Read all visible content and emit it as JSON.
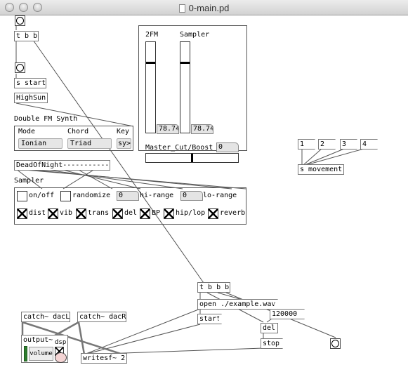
{
  "window": {
    "title": "0-main.pd"
  },
  "objects": {
    "tbb_top": "t b b",
    "s_start": "s start",
    "highsun": "HighSun",
    "deadofnight": "DeadOfNight-----------",
    "s_movement": "s movement",
    "tbbb": "t b b b",
    "catch_l": "catch~ dacL",
    "catch_r": "catch~ dacR",
    "writesf": "writesf~ 2",
    "del": "del",
    "output": "output~"
  },
  "messages": {
    "open": "open ./example.wav",
    "n120000": "120000",
    "start": "start",
    "stop": "stop",
    "m1": "1",
    "m2": "2",
    "m3": "3",
    "m4": "4"
  },
  "fm": {
    "title": "Double FM Synth",
    "mode_label": "Mode",
    "chord_label": "Chord",
    "key_label": "Key",
    "mode_value": "Ionian",
    "chord_value": "Triad",
    "key_value": "sy>"
  },
  "mixer": {
    "label_2fm": "2FM",
    "label_sampler": "Sampler",
    "num_2fm": "78.74",
    "num_sampler": "78.74",
    "master_label": "Master_Cut/Boost",
    "master_value": "0",
    "level_2fm": 0.78,
    "level_sampler": 0.78,
    "master_level": 0.5
  },
  "sampler": {
    "title": "Sampler",
    "onoff": "on/off",
    "randomize": "randomize",
    "hi_value": "0",
    "hi_label": "hi-range",
    "lo_value": "0",
    "lo_label": "lo-range",
    "fx": [
      "dist",
      "vib",
      "trans",
      "del",
      "BP",
      "hip/lop",
      "reverb"
    ],
    "fx_on": [
      true,
      true,
      true,
      true,
      true,
      true,
      true
    ]
  },
  "output": {
    "dsp_label": "dsp",
    "volume_label": "volume"
  }
}
